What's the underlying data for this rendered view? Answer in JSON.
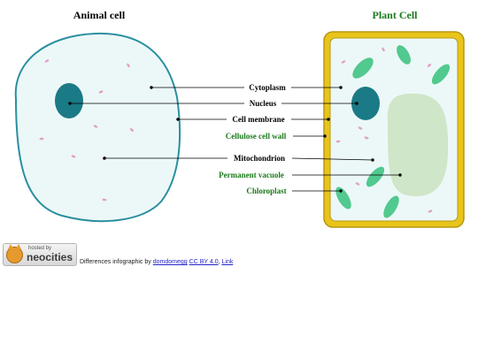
{
  "titles": {
    "animal": "Animal cell",
    "plant": "Plant Cell"
  },
  "labels": {
    "cytoplasm": "Cytoplasm",
    "nucleus": "Nucleus",
    "cell_membrane": "Cell membrane",
    "cellulose_cell_wall": "Cellulose cell wall",
    "mitochondrion": "Mitochondrion",
    "permanent_vacuole": "Permanent vacuole",
    "chloroplast": "Chloroplast"
  },
  "badge": {
    "small": "hosted by",
    "big": "neocities"
  },
  "credit": {
    "text": "Differences infographic by",
    "author": "domdomegg",
    "license": "CC BY 4.0",
    "separator": ",",
    "link": "Link"
  },
  "colors": {
    "animal_label": "#000000",
    "plant_label": "#1a7a1a",
    "cytoplasm_fill": "#ecf8f8",
    "membrane": "#2a8fa0",
    "nucleus": "#1a7a85",
    "mitochondria": "#e2a1c8",
    "cell_wall": "#e9c41a",
    "cell_wall_stroke": "#b79712",
    "vacuole": "#cfe6c8",
    "chloroplast": "#52c98e"
  }
}
